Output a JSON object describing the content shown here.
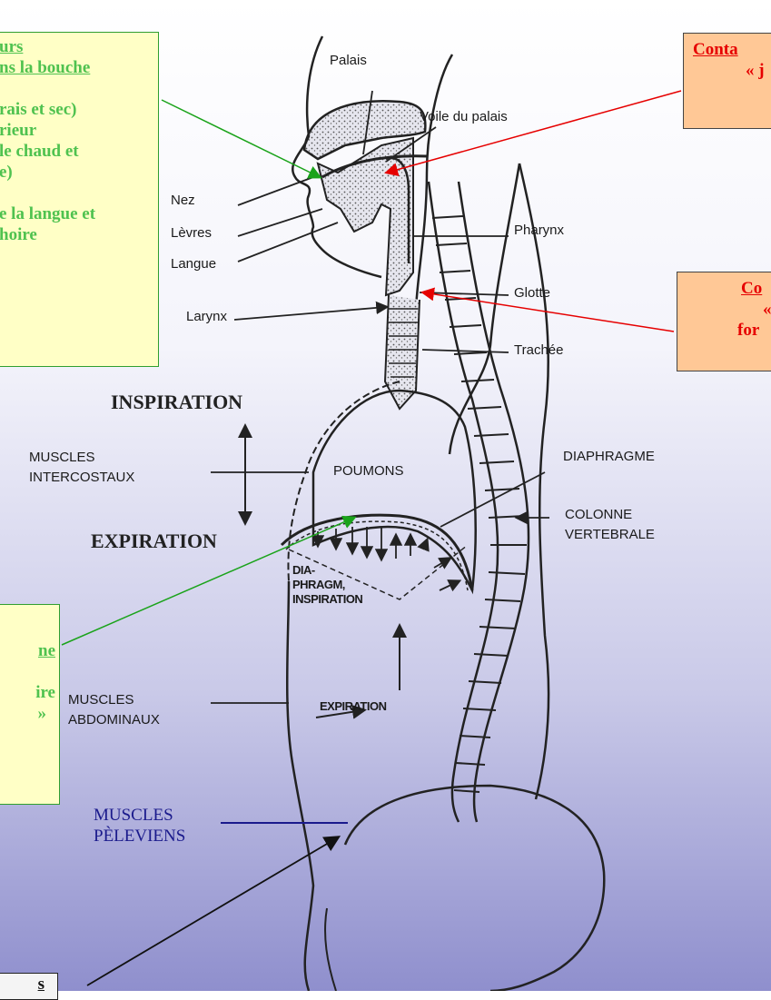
{
  "labels": {
    "palais": "Palais",
    "voile": "Voile du palais",
    "nez": "Nez",
    "levres": "Lèvres",
    "langue": "Langue",
    "larynx": "Larynx",
    "pharynx": "Pharynx",
    "glotte": "Glotte",
    "trachee": "Trachée",
    "inspiration": "INSPIRATION",
    "expiration": "EXPIRATION",
    "muscles_intercostaux": "MUSCLES\nINTERCOSTAUX",
    "poumons": "POUMONS",
    "diaphragme": "DIAPHRAGME",
    "colonne": "COLONNE\nVERTEBRALE",
    "diaphragm_inspiration": "DIA-\nPHRAGM,\nINSPIRATION",
    "expiration_small": "EXPIRATION",
    "muscles_abdominaux": "MUSCLES\nABDOMINAUX",
    "muscles_pelviens": "MUSCLES\nPÈLEVIENS"
  },
  "boxes": {
    "top_left": {
      "lines": [
        "urs",
        "ns la bouche",
        "",
        "rais et sec)",
        "rieur",
        "le chaud et",
        "e)",
        "",
        "e la langue et",
        "hoire"
      ]
    },
    "top_right": {
      "lines": [
        "Conta",
        "« j"
      ]
    },
    "mid_right": {
      "lines": [
        "Co",
        "«",
        "for"
      ]
    },
    "mid_left": {
      "lines": [
        "",
        "ne",
        "",
        "ire",
        "»"
      ]
    },
    "bottom_left": {
      "lines": [
        "s"
      ]
    }
  },
  "colors": {
    "green_arrow": "#1aa31a",
    "red_arrow": "#e60000",
    "black_arrow": "#111111",
    "navy_line": "#1a1a8c"
  }
}
